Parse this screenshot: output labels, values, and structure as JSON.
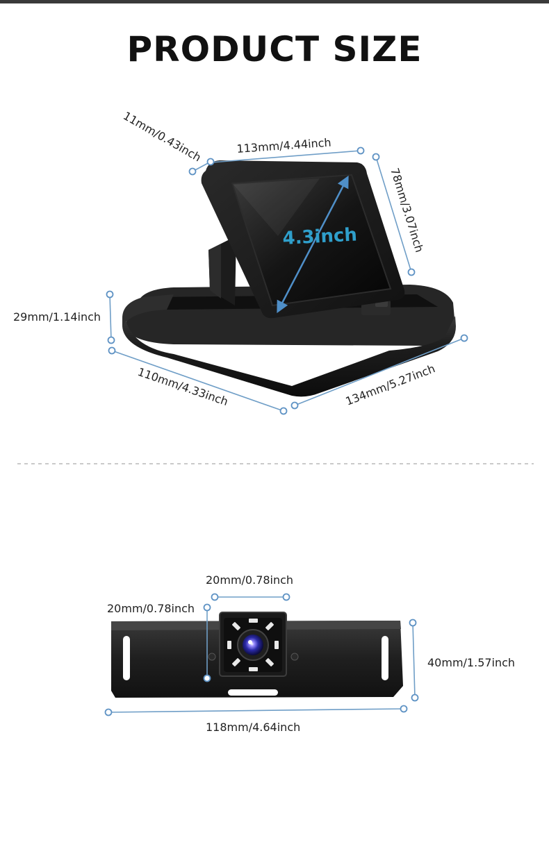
{
  "header": {
    "title": "PRODUCT SIZE"
  },
  "monitor": {
    "depth": "11mm/0.43inch",
    "screen_width": "113mm/4.44inch",
    "screen_height": "78mm/3.07inch",
    "diagonal": "4.3inch",
    "base_height": "29mm/1.14inch",
    "base_depth": "110mm/4.33inch",
    "base_width": "134mm/5.27inch"
  },
  "camera": {
    "module_width": "20mm/0.78inch",
    "module_height": "20mm/0.78inch",
    "bracket_height": "40mm/1.57inch",
    "bracket_width": "118mm/4.64inch"
  },
  "colors": {
    "accent": "#2f9fcb",
    "dimension_line": "#6f9ec7",
    "product": "#1b1b1b"
  }
}
